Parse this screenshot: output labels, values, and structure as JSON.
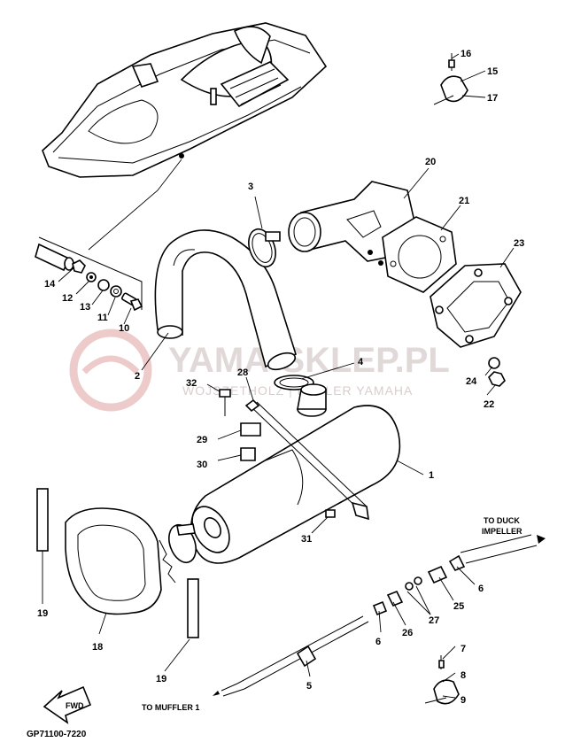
{
  "diagram": {
    "part_code": "GP71100-7220",
    "watermark": {
      "title": "YAMA-SKLEP.PL",
      "subtitle": "WOJSZETHOLZ | DEALER YAMAHA"
    },
    "annotations": {
      "to_duck_impeller_line1": "TO DUCK",
      "to_duck_impeller_line2": "IMPELLER",
      "to_muffler": "TO MUFFLER 1",
      "fwd": "FWD"
    },
    "callouts": {
      "c1": "1",
      "c2": "2",
      "c3": "3",
      "c4": "4",
      "c5": "5",
      "c6a": "6",
      "c6b": "6",
      "c7": "7",
      "c8": "8",
      "c9": "9",
      "c10": "10",
      "c11": "11",
      "c12": "12",
      "c13": "13",
      "c14": "14",
      "c15": "15",
      "c16": "16",
      "c17": "17",
      "c18": "18",
      "c19a": "19",
      "c19b": "19",
      "c20": "20",
      "c21": "21",
      "c22": "22",
      "c23": "23",
      "c24": "24",
      "c25": "25",
      "c26": "26",
      "c27": "27",
      "c28": "28",
      "c29": "29",
      "c30": "30",
      "c31": "31",
      "c32": "32"
    }
  }
}
